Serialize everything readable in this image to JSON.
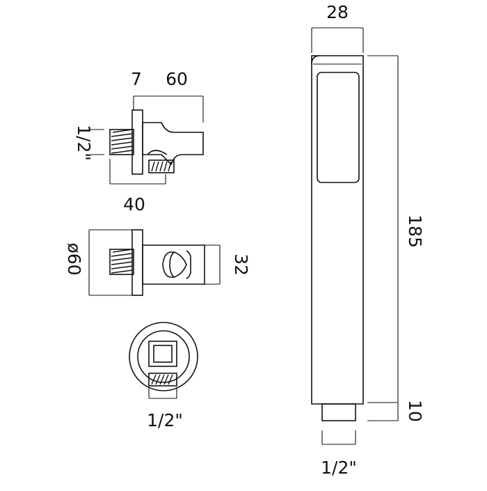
{
  "side_view": {
    "dim_plate": "7",
    "dim_projection": "60",
    "dim_thread": "1/2\"",
    "dim_depth": "40"
  },
  "top_view": {
    "dim_diameter": "ø60",
    "dim_height": "32"
  },
  "front_view": {
    "dim_thread": "1/2\""
  },
  "handset": {
    "dim_width": "28",
    "dim_length": "185",
    "dim_connector": "10",
    "dim_thread": "1/2\""
  }
}
